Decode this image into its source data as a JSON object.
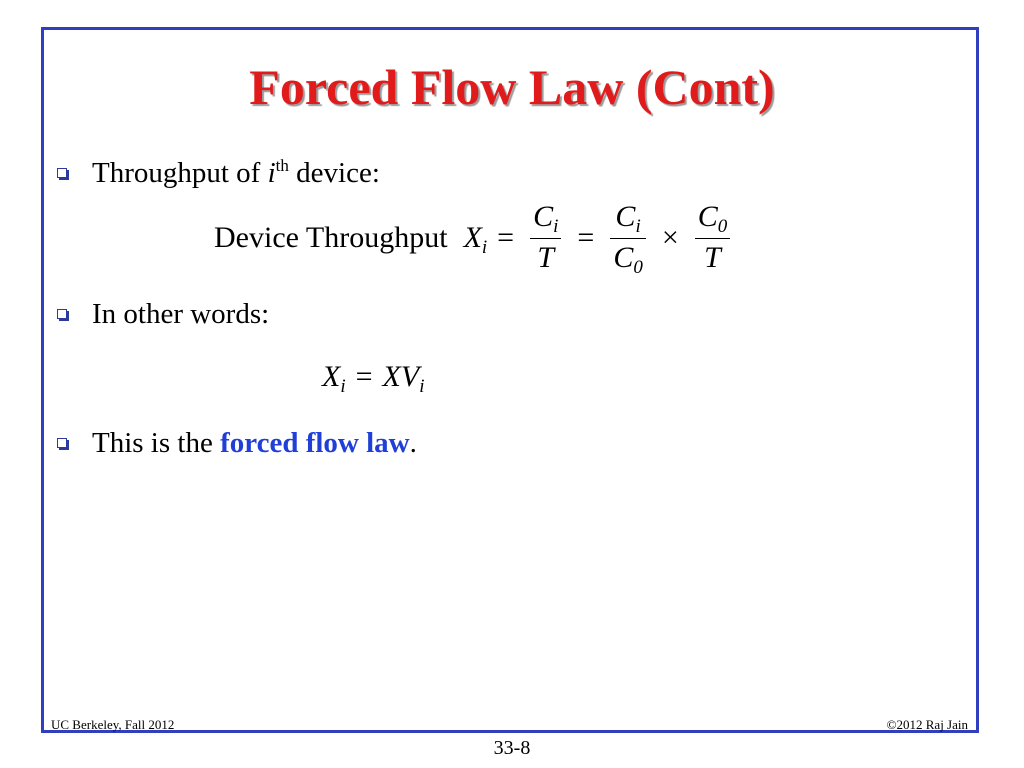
{
  "slide": {
    "title": "Forced Flow Law (Cont)",
    "bullets": [
      {
        "pre": "Throughput of ",
        "var": "i",
        "sup": "th",
        "post": " device:"
      },
      {
        "text": "In other words:"
      },
      {
        "pre": "This is the ",
        "highlight": "forced flow law",
        "post": "."
      }
    ],
    "eq1": {
      "label": "Device Throughput",
      "lhs": "X",
      "lhs_sub": "i",
      "f1_num": "C",
      "f1_num_sub": "i",
      "f1_den": "T",
      "f2_num": "C",
      "f2_num_sub": "i",
      "f2_den": "C",
      "f2_den_sub": "0",
      "f3_num": "C",
      "f3_num_sub": "0",
      "f3_den": "T",
      "eq": "=",
      "times": "×"
    },
    "eq2": {
      "lhs": "X",
      "lhs_sub": "i",
      "eq": "=",
      "rhs": "XV",
      "rhs_sub": "i"
    }
  },
  "footer": {
    "left": "UC Berkeley, Fall 2012",
    "right": "©2012 Raj Jain",
    "page": "33-8"
  },
  "colors": {
    "title": "#e11b1b",
    "border": "#2f3fc0",
    "highlight": "#1f3fd6"
  }
}
